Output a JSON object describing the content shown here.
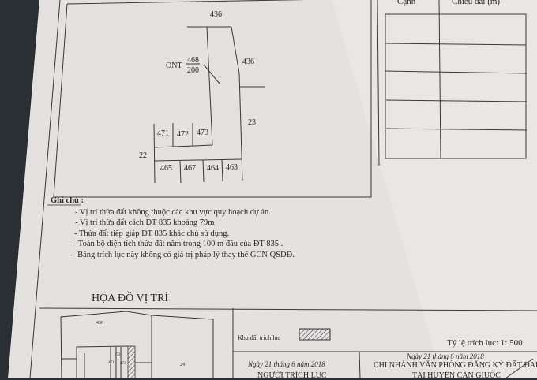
{
  "map": {
    "labels": {
      "top": "436",
      "right_upper": "436",
      "right_lower": "23",
      "left": "22",
      "main_parcel_type": "ONT",
      "main_parcel_number": "468",
      "main_parcel_area": "200",
      "upper_row": [
        "471",
        "472",
        "473"
      ],
      "lower_row": [
        "465",
        "467",
        "464",
        "463"
      ]
    }
  },
  "edge_table": {
    "headers": [
      "Cạnh",
      "Chiều dài (m)"
    ],
    "rows": 5
  },
  "notes": {
    "title": "Ghi chú",
    "items": [
      "- Vị trí thửa đất không thuộc các  khu vực quy hoạch dự án.",
      "- Vị trí thửa đất cách ĐT 835 khoảng 79m",
      "- Thửa đất tiếp giáp ĐT 835 khác chủ sử dụng.",
      "- Toàn bộ diện tích thửa đất nằm trong 100 m đầu của ĐT 835 .",
      "- Bảng trích lục này không có giá trị pháp lý thay thế GCN QSDĐ."
    ]
  },
  "location_map": {
    "title": "HỌA ĐỒ VỊ TRÍ",
    "labels": [
      "436",
      "24",
      "472",
      "471",
      "473"
    ]
  },
  "legend": {
    "label": "Khu đất trích lục"
  },
  "scale": "Tỷ lệ trích lục: 1: 500",
  "signatures": {
    "left_date": "Ngày 21 tháng 6 năm 2018",
    "left_title": "NGƯỜI TRÍCH LỤC",
    "right_date": "Ngày 21 tháng 6 năm 2018",
    "right_title": "CHI NHÁNH VĂN PHÒNG ĐĂNG KÝ ĐẤT ĐAI",
    "right_subtitle": "TẠI HUYỆN CẦN GIUỘC"
  },
  "colors": {
    "paper": "#e6e4e2",
    "ink": "#2b2b2b",
    "background": "#2a2f33"
  }
}
